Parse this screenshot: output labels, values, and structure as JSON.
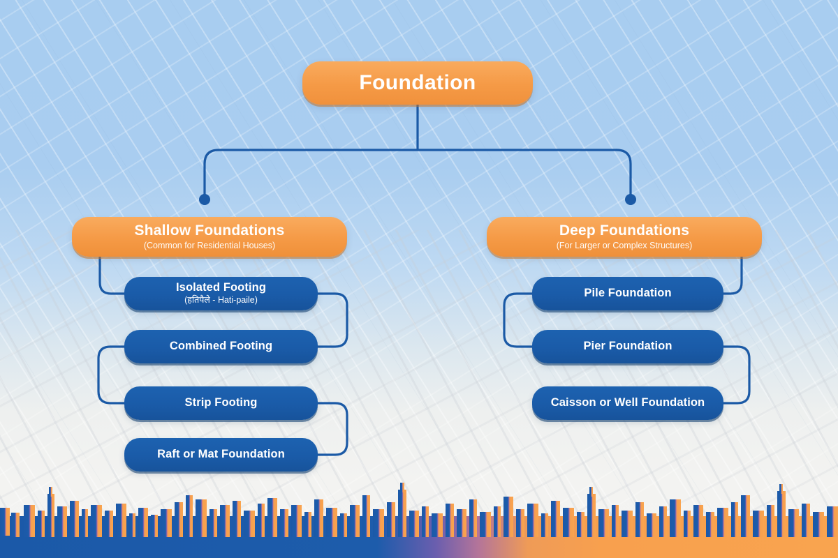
{
  "theme": {
    "orange": "#f59a46",
    "blue": "#1a5ba8",
    "line": "#1b5aa6",
    "sky": "#a8cdf0",
    "ground": "#f3f3f1",
    "text": "#ffffff"
  },
  "diagram": {
    "type": "tree",
    "root": {
      "label": "Foundation"
    },
    "branches": [
      {
        "id": "shallow",
        "label": "Shallow Foundations",
        "sublabel": "(Common for Residential Houses)",
        "children": [
          {
            "label": "Isolated Footing",
            "sublabel": "(हतिपैले - Hati-paile)"
          },
          {
            "label": "Combined Footing",
            "sublabel": ""
          },
          {
            "label": "Strip Footing",
            "sublabel": ""
          },
          {
            "label": "Raft or Mat Foundation",
            "sublabel": ""
          }
        ]
      },
      {
        "id": "deep",
        "label": "Deep Foundations",
        "sublabel": "(For Larger or Complex Structures)",
        "children": [
          {
            "label": "Pile Foundation",
            "sublabel": ""
          },
          {
            "label": "Pier Foundation",
            "sublabel": ""
          },
          {
            "label": "Caisson or Well Foundation",
            "sublabel": ""
          }
        ]
      }
    ]
  },
  "decoration": {
    "skyline_left": "city-skyline-blue",
    "skyline_right": "city-skyline-orange",
    "background": "blueprint-construction-texture"
  }
}
